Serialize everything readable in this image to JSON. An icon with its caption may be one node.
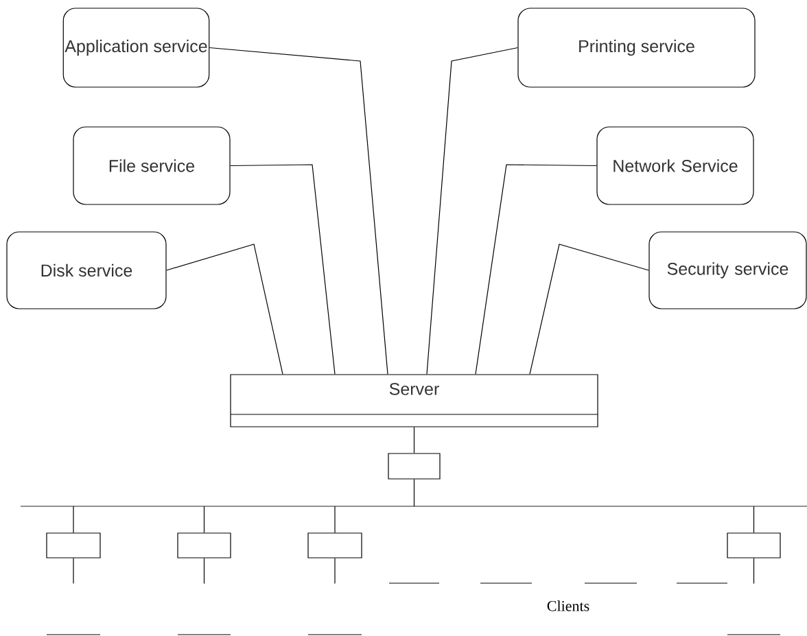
{
  "diagram": {
    "nodes": [
      {
        "text": [
          "Application service"
        ]
      },
      {
        "text": [
          "Printing service"
        ]
      },
      {
        "text": [
          "File service"
        ]
      },
      {
        "text": [
          "Network Service"
        ]
      },
      {
        "text": [
          "Disk service"
        ]
      },
      {
        "text": [
          "Security service"
        ]
      },
      {
        "text": [
          "Server"
        ]
      },
      {
        "text": [],
        "shape": "box"
      },
      {
        "text": [],
        "shape": "bar"
      },
      {
        "text": [],
        "shape": "box"
      },
      {
        "text": [],
        "shape": "box"
      },
      {
        "text": [],
        "shape": "box"
      },
      {
        "text": [],
        "shape": "box"
      }
    ],
    "edges": [
      {
        "from": 0,
        "to": 6,
        "arrow": "none"
      },
      {
        "from": 1,
        "to": 6,
        "arrow": "none"
      },
      {
        "from": 2,
        "to": 6,
        "arrow": "none"
      },
      {
        "from": 3,
        "to": 6,
        "arrow": "none"
      },
      {
        "from": 4,
        "to": 6,
        "arrow": "none"
      },
      {
        "from": 5,
        "to": 6,
        "arrow": "none"
      },
      {
        "from": 6,
        "to": 7,
        "arrow": "none"
      },
      {
        "from": 7,
        "to": 8,
        "arrow": "none"
      },
      {
        "from": 8,
        "to": 9,
        "arrow": "none"
      },
      {
        "from": 8,
        "to": 10,
        "arrow": "none"
      },
      {
        "from": 8,
        "to": 11,
        "arrow": "none"
      },
      {
        "from": 8,
        "to": 12,
        "arrow": "none"
      },
      {
        "from": 9,
        "to": null,
        "arrow": "none"
      },
      {
        "from": 10,
        "to": null,
        "arrow": "none"
      },
      {
        "from": 11,
        "to": null,
        "arrow": "none"
      },
      {
        "from": 12,
        "to": null,
        "arrow": "none"
      }
    ],
    "labels": [
      "Clients"
    ]
  }
}
